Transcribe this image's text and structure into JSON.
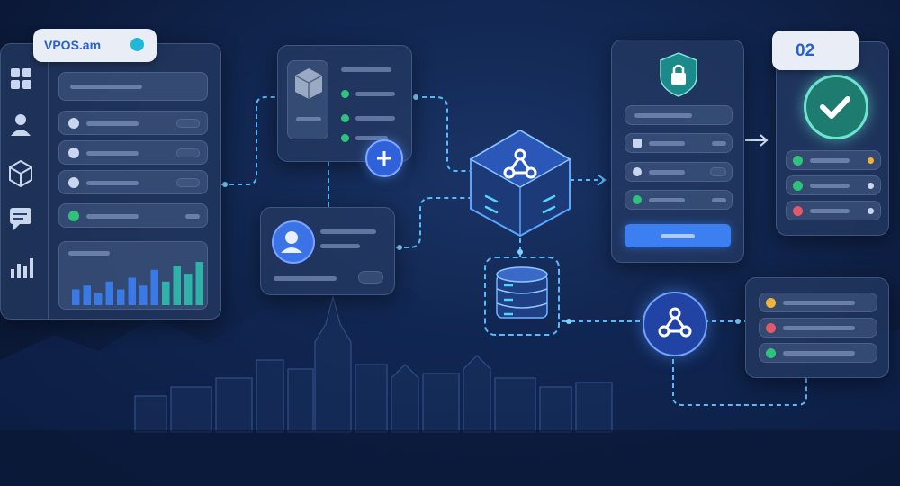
{
  "brand": {
    "label": "VPOS.am",
    "accent": "#1fb8d6"
  },
  "step": {
    "label": "02"
  },
  "colors": {
    "accent": "#3aa9ff",
    "success": "#2ec27e",
    "danger": "#e05a6a",
    "warning": "#f0b43a",
    "button": "#3b7ff0"
  },
  "icons": [
    "grid-icon",
    "user-icon",
    "box-icon",
    "chat-icon",
    "chart-icon",
    "package-icon",
    "plus-icon",
    "avatar-icon",
    "webhook-icon",
    "lock-shield-icon",
    "checkmark-icon",
    "database-icon",
    "arrow-right-icon"
  ],
  "mini_chart_values": [
    4,
    5,
    3,
    6,
    4,
    7,
    5,
    9,
    6,
    10,
    8,
    11
  ]
}
